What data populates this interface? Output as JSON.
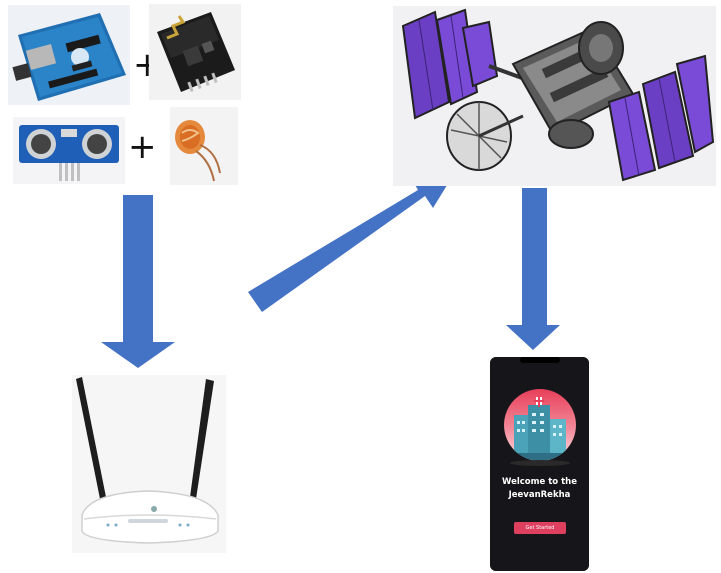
{
  "phone_screen": {
    "welcome_line1": "Welcome to the",
    "welcome_line2": "JeevanRekha",
    "button_label": "Get Started"
  },
  "icons": {
    "top_left": "arduino-board-icon",
    "top_right": "wifi-module-icon",
    "bottom_left": "ultrasonic-sensor-icon",
    "bottom_right": "ldr-sensor-icon",
    "satellite": "satellite-icon",
    "router": "wifi-router-icon",
    "phone": "smartphone-icon"
  },
  "colors": {
    "arrow": "#4472c4",
    "phone_button": "#e04060",
    "phone_bg": "#16161a"
  }
}
